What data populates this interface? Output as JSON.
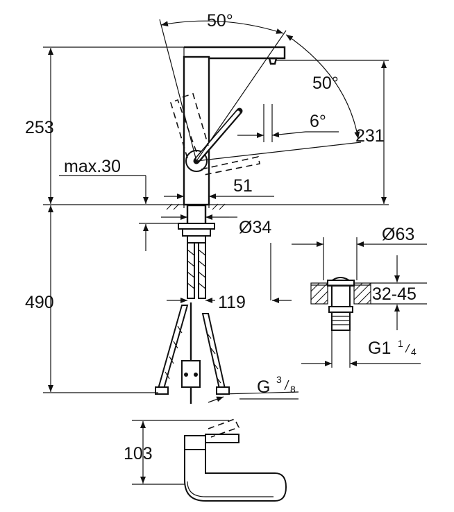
{
  "labels": {
    "angle_top": "50°",
    "angle_right": "50°",
    "angle_small": "6°",
    "height_total": "253",
    "height_spout": "231",
    "max_deck": "max.30",
    "projection": "51",
    "hole_dia": "Ø34",
    "hose_length": "490",
    "hose_spacing": "119",
    "waste_dia": "Ø63",
    "basin_thickness": "32-45",
    "waste_thread": "G1",
    "waste_thread_num": "1",
    "waste_thread_den": "4",
    "hose_thread": "G",
    "hose_thread_num": "3",
    "hose_thread_den": "8",
    "lever_height": "103"
  }
}
